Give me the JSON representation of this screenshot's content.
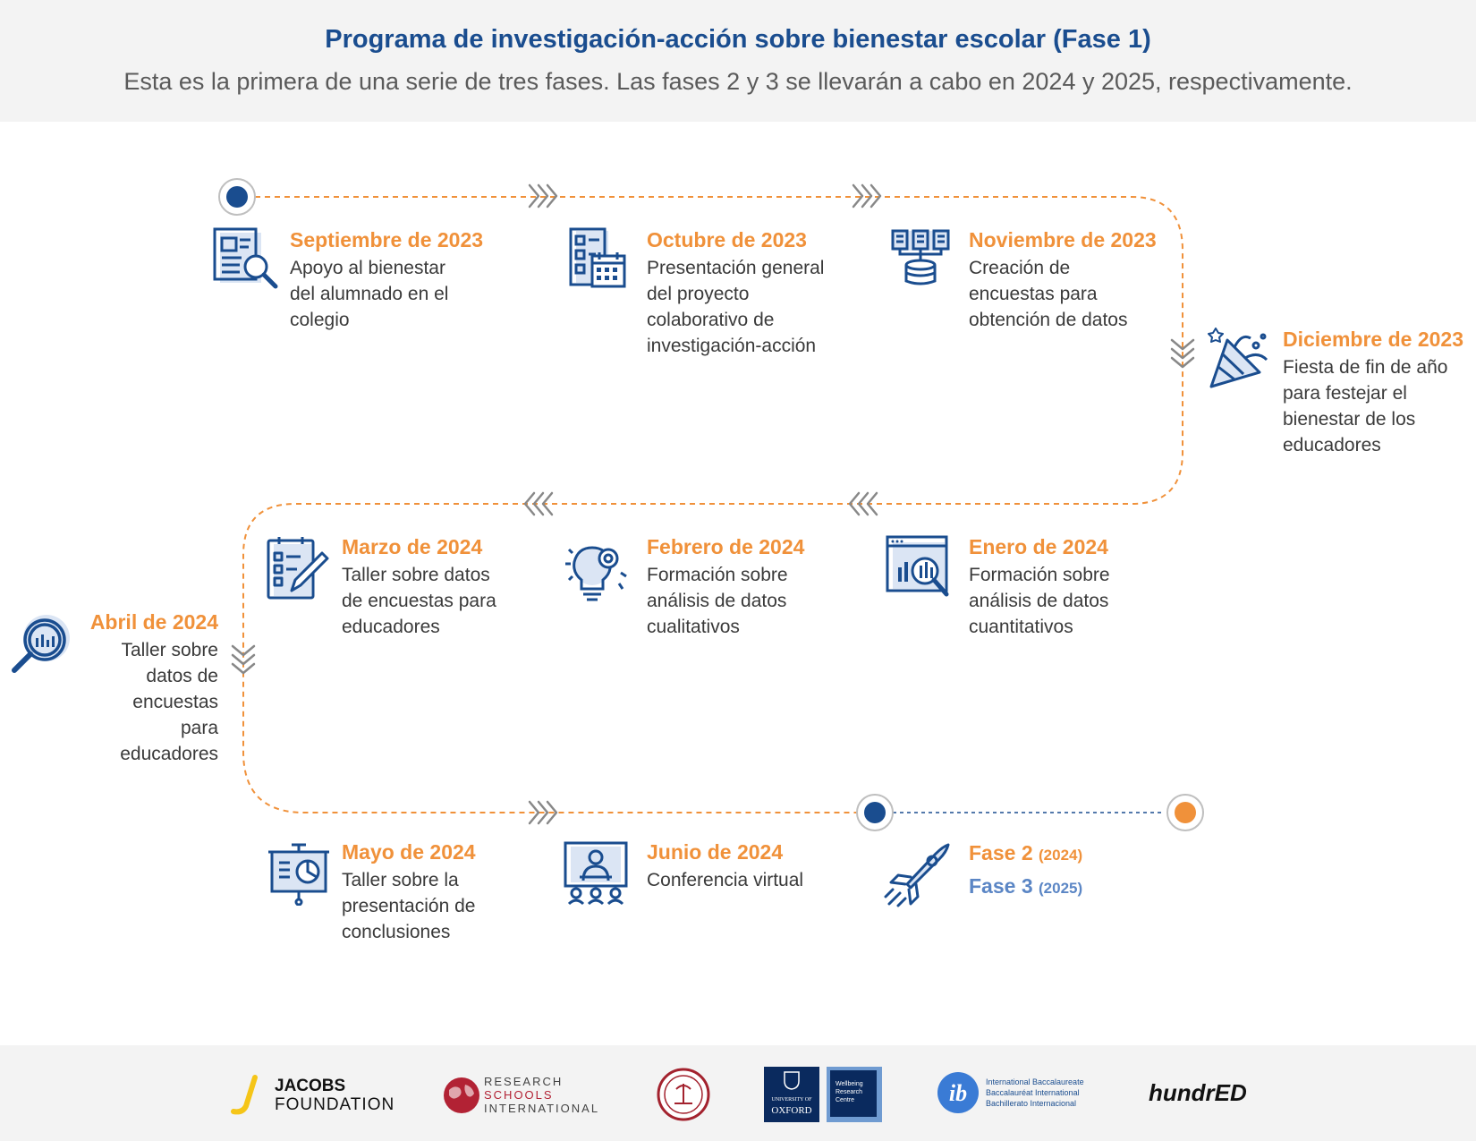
{
  "header": {
    "title": "Programa de investigación-acción sobre bienestar escolar (Fase 1)",
    "subtitle": "Esta es la primera de una serie de tres fases. Las fases 2 y 3 se llevarán a cabo en 2024 y 2025, respectivamente."
  },
  "colors": {
    "accent": "#f0913a",
    "navy": "#1a4d8f",
    "light_blue": "#5b86c5",
    "icon_bg": "#dbe5f4"
  },
  "steps": [
    {
      "date": "Septiembre de 2023",
      "desc": "Apoyo al bienestar del alumnado en el colegio",
      "icon": "document-search-icon"
    },
    {
      "date": "Octubre de 2023",
      "desc": "Presentación general del proyecto colaborativo de investigación-acción",
      "icon": "checklist-calendar-icon"
    },
    {
      "date": "Noviembre de 2023",
      "desc": "Creación de encuestas para obtención de datos",
      "icon": "database-icon"
    },
    {
      "date": "Diciembre de 2023",
      "desc": "Fiesta de fin de año para festejar el bienestar de los educadores",
      "icon": "party-popper-icon"
    },
    {
      "date": "Enero de 2024",
      "desc": "Formación sobre análisis de datos cuantitativos",
      "icon": "analytics-search-icon"
    },
    {
      "date": "Febrero de 2024",
      "desc": "Formación sobre análisis de datos cualitativos",
      "icon": "gear-bulb-icon"
    },
    {
      "date": "Marzo de 2024",
      "desc": "Taller sobre datos de encuestas para educadores",
      "icon": "clipboard-pen-icon"
    },
    {
      "date": "Abril de 2024",
      "desc": "Taller sobre datos de encuestas para educadores",
      "icon": "magnifier-chart-icon"
    },
    {
      "date": "Mayo de 2024",
      "desc": "Taller sobre la presentación de conclusiones",
      "icon": "presentation-board-icon"
    },
    {
      "date": "Junio de 2024",
      "desc": "Conferencia virtual",
      "icon": "video-conference-icon"
    }
  ],
  "phases": [
    {
      "label": "Fase 2",
      "year": "(2024)"
    },
    {
      "label": "Fase 3",
      "year": "(2025)"
    }
  ],
  "logos": {
    "jacobs_line1": "JACOBS",
    "jacobs_line2": "FOUNDATION",
    "rsi_line1": "RESEARCH",
    "rsi_line2": "SCHOOLS",
    "rsi_line3": "INTERNATIONAL",
    "oxford_line1": "UNIVERSITY OF",
    "oxford_line2": "OXFORD",
    "wellbeing_line1": "Wellbeing",
    "wellbeing_line2": "Research",
    "wellbeing_line3": "Centre",
    "ib_line1": "International Baccalaureate",
    "ib_line2": "Baccalauréat International",
    "ib_line3": "Bachillerato Internacional",
    "hundred_a": "hundr",
    "hundred_b": "ED"
  }
}
